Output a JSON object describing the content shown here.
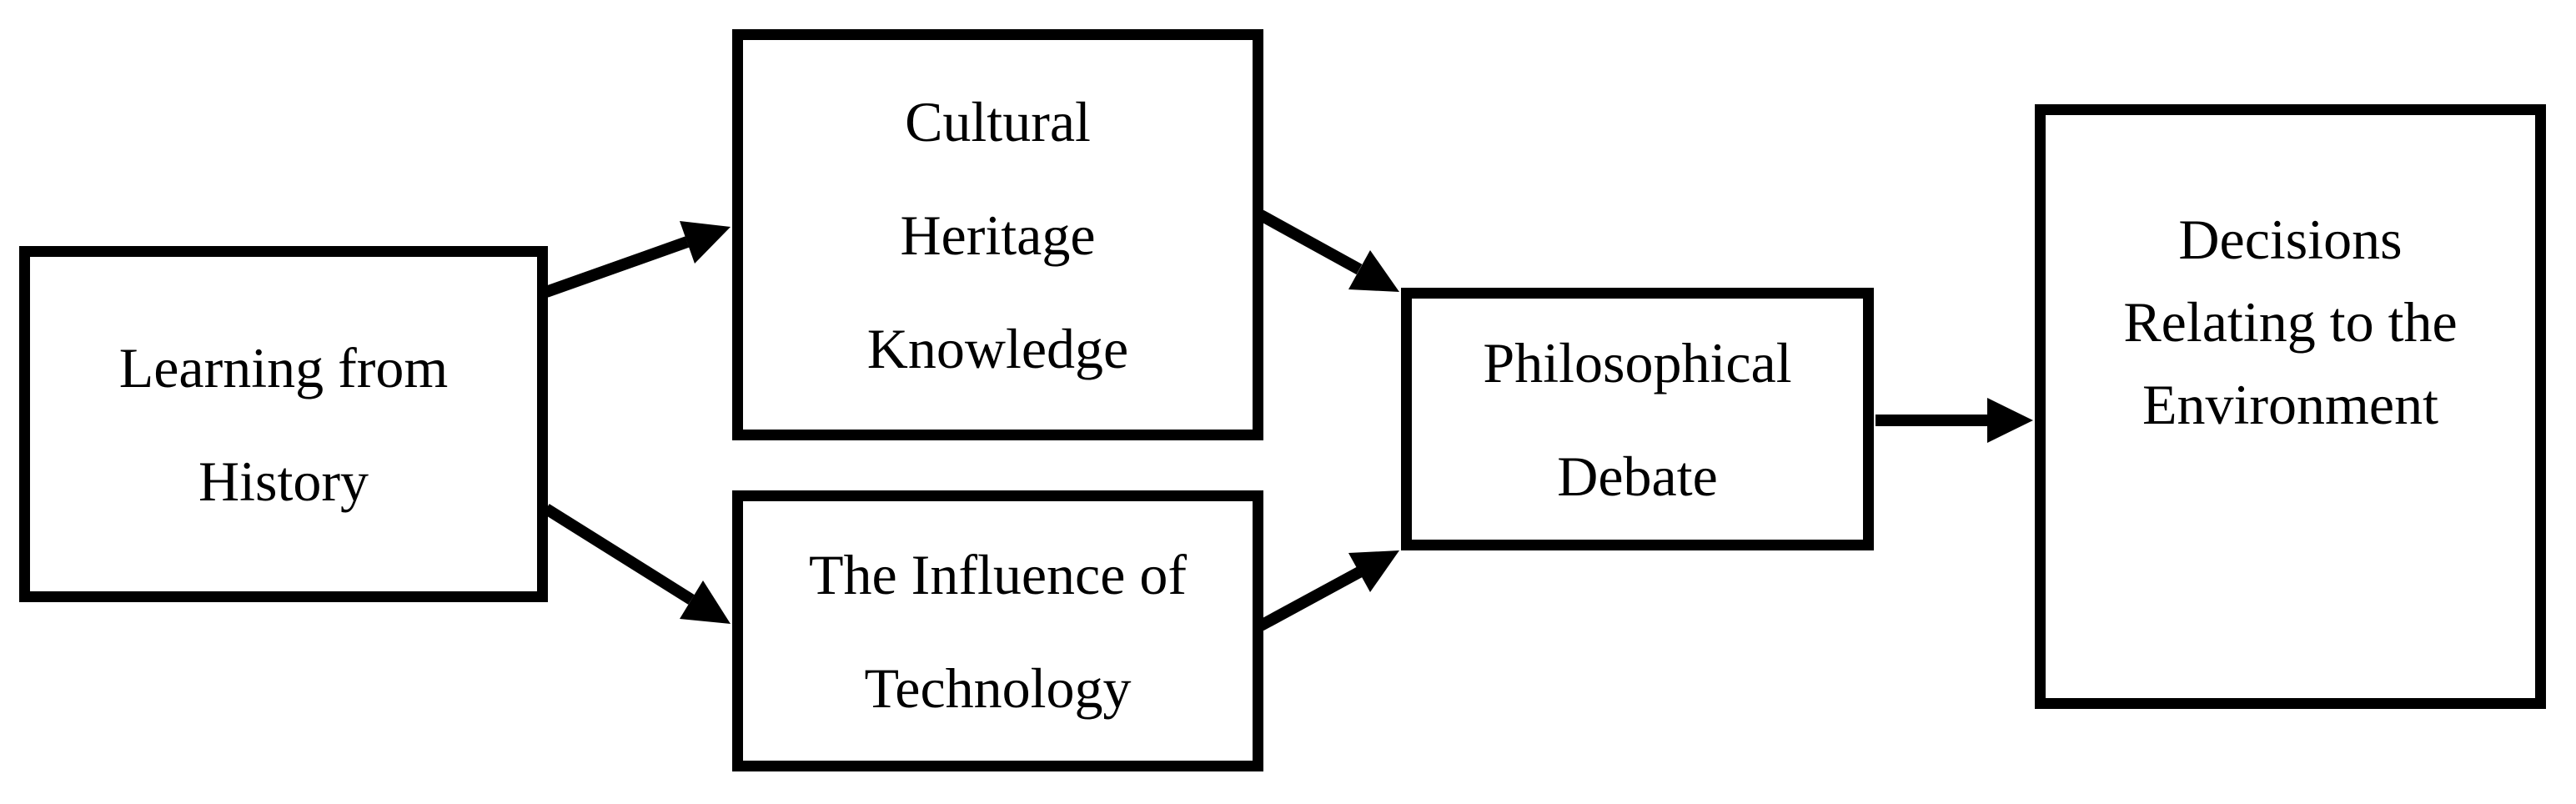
{
  "diagram": {
    "colors": {
      "background": "#ffffff",
      "box_border": "#000000",
      "arrow": "#000000",
      "text": "#000000"
    },
    "nodes": {
      "learning_from_history": {
        "id": "learning-from-history",
        "lines": [
          "Learning from",
          "History"
        ]
      },
      "cultural_heritage_knowledge": {
        "id": "cultural-heritage-knowledge",
        "lines": [
          "Cultural",
          "Heritage",
          "Knowledge"
        ]
      },
      "influence_of_technology": {
        "id": "influence-of-technology",
        "lines": [
          "The Influence of",
          "Technology"
        ]
      },
      "philosophical_debate": {
        "id": "philosophical-debate",
        "lines": [
          "Philosophical",
          "Debate"
        ]
      },
      "decisions_environment": {
        "id": "decisions-relating-to-the-environment",
        "lines": [
          "Decisions",
          "Relating to the",
          "Environment"
        ]
      }
    },
    "edges": [
      {
        "from": "learning-from-history",
        "to": "cultural-heritage-knowledge"
      },
      {
        "from": "learning-from-history",
        "to": "influence-of-technology"
      },
      {
        "from": "cultural-heritage-knowledge",
        "to": "philosophical-debate"
      },
      {
        "from": "influence-of-technology",
        "to": "philosophical-debate"
      },
      {
        "from": "philosophical-debate",
        "to": "decisions-relating-to-the-environment"
      }
    ]
  }
}
